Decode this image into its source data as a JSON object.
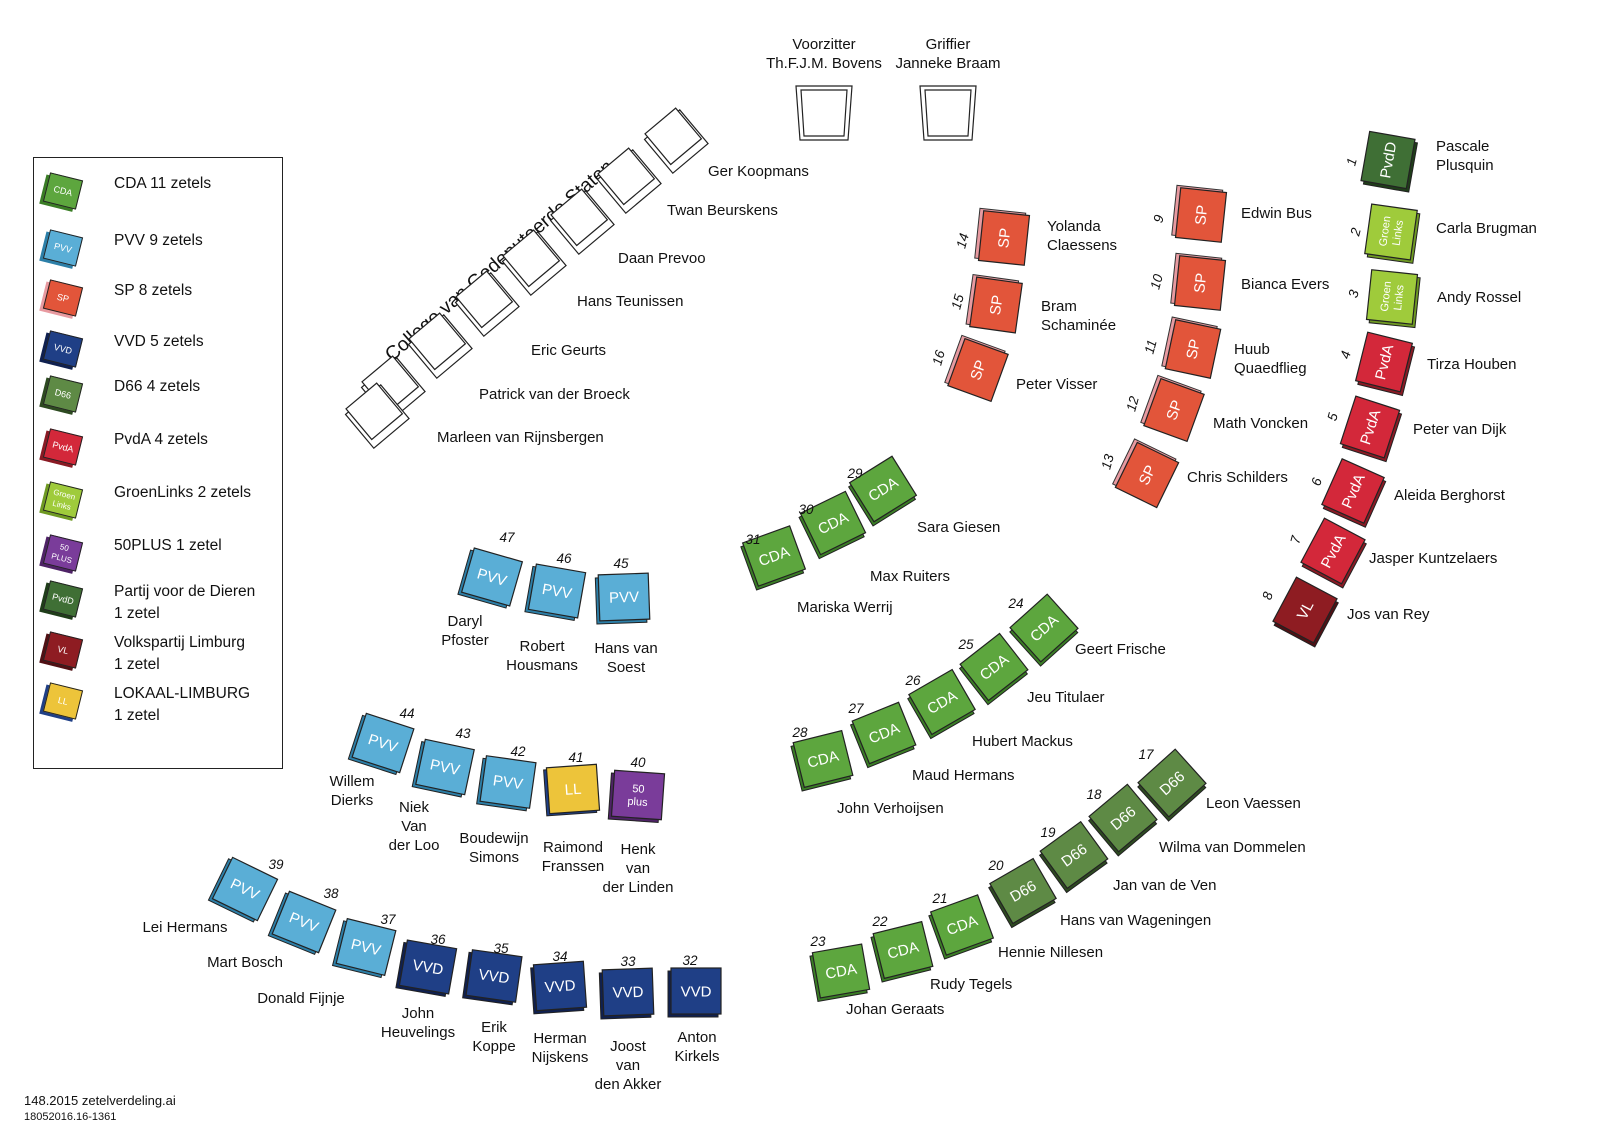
{
  "officials": [
    {
      "role": "Voorzitter",
      "name": "Th.F.J.M. Bovens"
    },
    {
      "role": "Griffier",
      "name": "Janneke Braam"
    }
  ],
  "college_title": "College van Gedeputeerde Staten",
  "college_members": [
    "Ger Koopmans",
    "Twan Beurskens",
    "Daan Prevoo",
    "Hans Teunissen",
    "Eric Geurts",
    "Patrick van der Broeck",
    "Marleen van Rijnsbergen"
  ],
  "parties": {
    "CDA": {
      "chip": "CDA",
      "color": "#5da63e",
      "edge": "#3a7d25"
    },
    "PVV": {
      "chip": "PVV",
      "color": "#5aaed6",
      "edge": "#2c7fa8"
    },
    "SP": {
      "chip": "SP",
      "color": "#e2553a",
      "edge": "#e89aa0"
    },
    "VVD": {
      "chip": "VVD",
      "color": "#1f3f86",
      "edge": "#0f2050"
    },
    "D66": {
      "chip": "D66",
      "color": "#5e8a45",
      "edge": "#2d4a20"
    },
    "PvdA": {
      "chip": "PvdA",
      "color": "#d3283a",
      "edge": "#8a1a24"
    },
    "GL": {
      "chip": "Groen Links",
      "color": "#9fcb3b",
      "edge": "#6f9a22"
    },
    "50PLUS": {
      "chip": "50 plus",
      "color": "#7a3c9a",
      "edge": "#4e2266"
    },
    "PvdD": {
      "chip": "PvdD",
      "color": "#3f6f35",
      "edge": "#1f3d19"
    },
    "VL": {
      "chip": "VL",
      "color": "#8e1c22",
      "edge": "#501014"
    },
    "LL": {
      "chip": "LL",
      "color": "#edc43a",
      "edge": "#1f3f86"
    }
  },
  "legend": [
    {
      "party": "CDA",
      "chip": "CDA",
      "label": "CDA  11 zetels",
      "sub": ""
    },
    {
      "party": "PVV",
      "chip": "PVV",
      "label": "PVV  9 zetels",
      "sub": ""
    },
    {
      "party": "SP",
      "chip": "SP",
      "label": "SP  8 zetels",
      "sub": ""
    },
    {
      "party": "VVD",
      "chip": "VVD",
      "label": "VVD  5 zetels",
      "sub": ""
    },
    {
      "party": "D66",
      "chip": "D66",
      "label": "D66  4 zetels",
      "sub": ""
    },
    {
      "party": "PvdA",
      "chip": "PvdA",
      "label": "PvdA  4 zetels",
      "sub": ""
    },
    {
      "party": "GL",
      "chip": "Groen Links",
      "label": "GroenLinks  2 zetels",
      "sub": ""
    },
    {
      "party": "50PLUS",
      "chip": "50 PLUS",
      "label": "50PLUS  1 zetel",
      "sub": ""
    },
    {
      "party": "PvdD",
      "chip": "PvdD",
      "label": "Partij voor de Dieren",
      "sub": "1 zetel"
    },
    {
      "party": "VL",
      "chip": "VL",
      "label": "Volkspartij Limburg",
      "sub": "1 zetel"
    },
    {
      "party": "LL",
      "chip": "LL",
      "label": "LOKAAL-LIMBURG",
      "sub": "1 zetel"
    }
  ],
  "seats": [
    {
      "n": "1",
      "party": "PvdD",
      "member": "Pascale Plusquin"
    },
    {
      "n": "2",
      "party": "GL",
      "member": "Carla Brugman"
    },
    {
      "n": "3",
      "party": "GL",
      "member": "Andy Rossel"
    },
    {
      "n": "4",
      "party": "PvdA",
      "member": "Tirza Houben"
    },
    {
      "n": "5",
      "party": "PvdA",
      "member": "Peter van Dijk"
    },
    {
      "n": "6",
      "party": "PvdA",
      "member": "Aleida Berghorst"
    },
    {
      "n": "7",
      "party": "PvdA",
      "member": "Jasper Kuntzelaers"
    },
    {
      "n": "8",
      "party": "VL",
      "member": "Jos van Rey"
    },
    {
      "n": "9",
      "party": "SP",
      "member": "Edwin Bus"
    },
    {
      "n": "10",
      "party": "SP",
      "member": "Bianca Evers"
    },
    {
      "n": "11",
      "party": "SP",
      "member": "Huub Quaedflieg"
    },
    {
      "n": "12",
      "party": "SP",
      "member": "Math Voncken"
    },
    {
      "n": "13",
      "party": "SP",
      "member": "Chris Schilders"
    },
    {
      "n": "14",
      "party": "SP",
      "member": "Yolanda Claessens"
    },
    {
      "n": "15",
      "party": "SP",
      "member": "Bram Schaminée"
    },
    {
      "n": "16",
      "party": "SP",
      "member": "Peter Visser"
    },
    {
      "n": "17",
      "party": "D66",
      "member": "Leon Vaessen"
    },
    {
      "n": "18",
      "party": "D66",
      "member": "Wilma van Dommelen"
    },
    {
      "n": "19",
      "party": "D66",
      "member": "Jan van de Ven"
    },
    {
      "n": "20",
      "party": "D66",
      "member": "Hans van Wageningen"
    },
    {
      "n": "21",
      "party": "CDA",
      "member": "Hennie Nillesen"
    },
    {
      "n": "22",
      "party": "CDA",
      "member": "Rudy Tegels"
    },
    {
      "n": "23",
      "party": "CDA",
      "member": "Johan Geraats"
    },
    {
      "n": "24",
      "party": "CDA",
      "member": "Geert Frische"
    },
    {
      "n": "25",
      "party": "CDA",
      "member": "Jeu Titulaer"
    },
    {
      "n": "26",
      "party": "CDA",
      "member": "Hubert Mackus"
    },
    {
      "n": "27",
      "party": "CDA",
      "member": "Maud Hermans"
    },
    {
      "n": "28",
      "party": "CDA",
      "member": "John Verhoijsen"
    },
    {
      "n": "29",
      "party": "CDA",
      "member": "Sara Giesen"
    },
    {
      "n": "30",
      "party": "CDA",
      "member": "Max Ruiters"
    },
    {
      "n": "31",
      "party": "CDA",
      "member": "Mariska Werrij"
    },
    {
      "n": "32",
      "party": "VVD",
      "member": "Anton Kirkels"
    },
    {
      "n": "33",
      "party": "VVD",
      "member": "Joost van den Akker"
    },
    {
      "n": "34",
      "party": "VVD",
      "member": "Herman Nijskens"
    },
    {
      "n": "35",
      "party": "VVD",
      "member": "Erik Koppe"
    },
    {
      "n": "36",
      "party": "VVD",
      "member": "John Heuvelings"
    },
    {
      "n": "37",
      "party": "PVV",
      "member": "Donald Fijnje"
    },
    {
      "n": "38",
      "party": "PVV",
      "member": "Mart Bosch"
    },
    {
      "n": "39",
      "party": "PVV",
      "member": "Lei Hermans"
    },
    {
      "n": "40",
      "party": "50PLUS",
      "member": "Henk van der Linden"
    },
    {
      "n": "41",
      "party": "LL",
      "member": "Raimond Franssen"
    },
    {
      "n": "42",
      "party": "PVV",
      "member": "Boudewijn Simons"
    },
    {
      "n": "43",
      "party": "PVV",
      "member": "Niek Van der Loo"
    },
    {
      "n": "44",
      "party": "PVV",
      "member": "Willem Dierks"
    },
    {
      "n": "45",
      "party": "PVV",
      "member": "Hans van Soest"
    },
    {
      "n": "46",
      "party": "PVV",
      "member": "Robert Housmans"
    },
    {
      "n": "47",
      "party": "PVV",
      "member": "Daryl Pfoster"
    }
  ],
  "footer": {
    "file": "148.2015 zetelverdeling.ai",
    "code": "18052016.16-1361"
  }
}
